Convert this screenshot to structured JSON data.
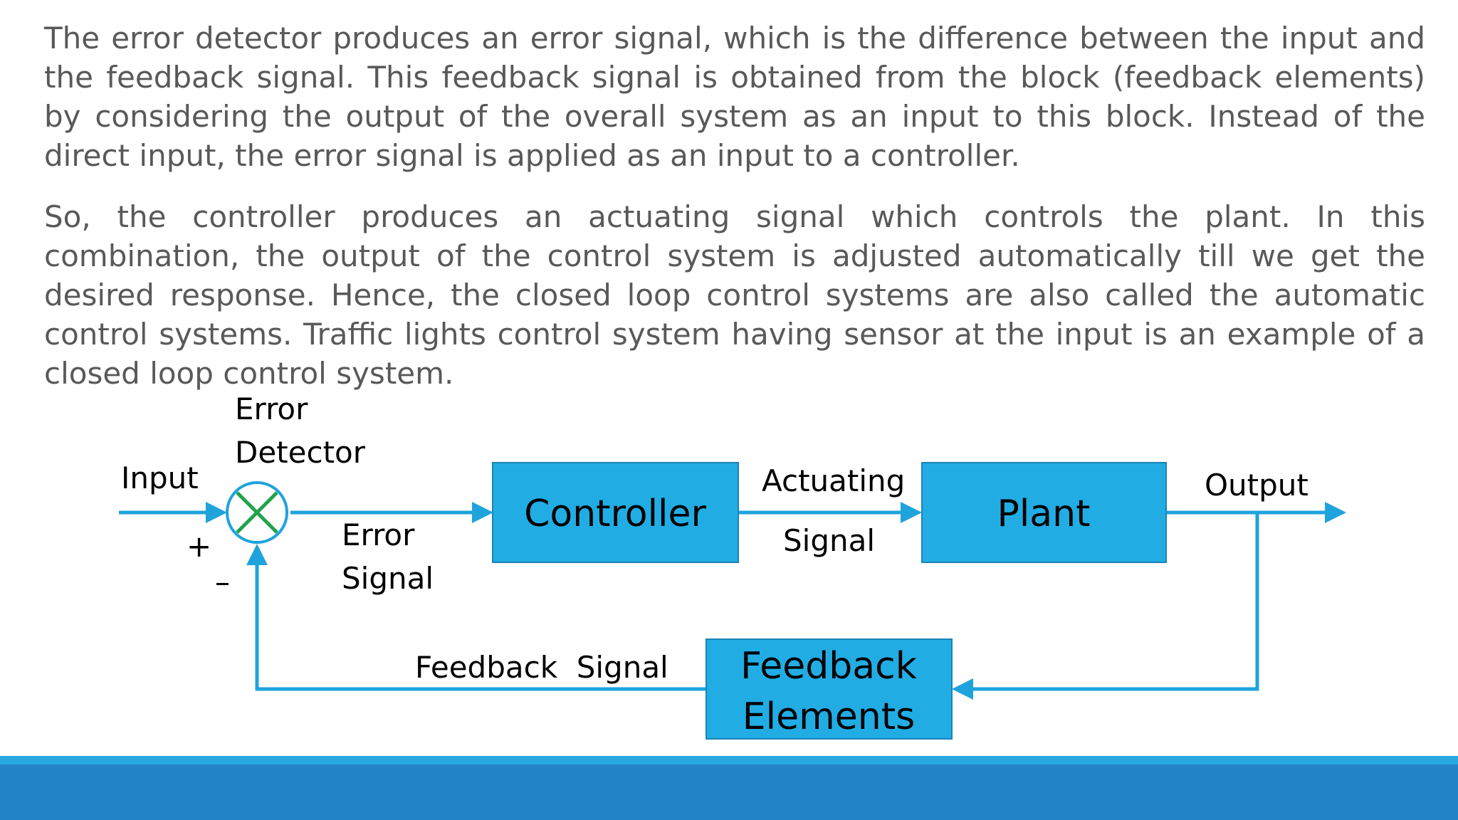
{
  "paragraphs": {
    "p1": "The error detector produces an error signal, which is the difference between the input and the feedback signal. This feedback signal is obtained from the block (feedback elements) by considering the output of the overall system as an input to this block. Instead of the direct input, the error signal is applied as an input to a controller.",
    "p2": "So, the controller produces an actuating signal which controls the plant. In this combination, the output of the control system is adjusted automatically till we get the desired response. Hence, the closed loop control systems are also called the automatic control systems. Traffic lights control system having sensor at the input is an example of a closed loop control system."
  },
  "diagram": {
    "input_label": "Input",
    "error_detector_label_1": "Error",
    "error_detector_label_2": "Detector",
    "plus_sign": "+",
    "minus_sign": "–",
    "error_signal_label_1": "Error",
    "error_signal_label_2": "Signal",
    "controller_label": "Controller",
    "actuating_signal_label_1": "Actuating",
    "actuating_signal_label_2": "Signal",
    "plant_label": "Plant",
    "output_label": "Output",
    "feedback_signal_label": "Feedback  Signal",
    "feedback_elements_label_1": "Feedback",
    "feedback_elements_label_2": "Elements"
  },
  "colors": {
    "block_fill": "#21ade4",
    "wire": "#1fa3dd",
    "summing_cross": "#1fa348",
    "footer_bar": "#2483c5"
  }
}
